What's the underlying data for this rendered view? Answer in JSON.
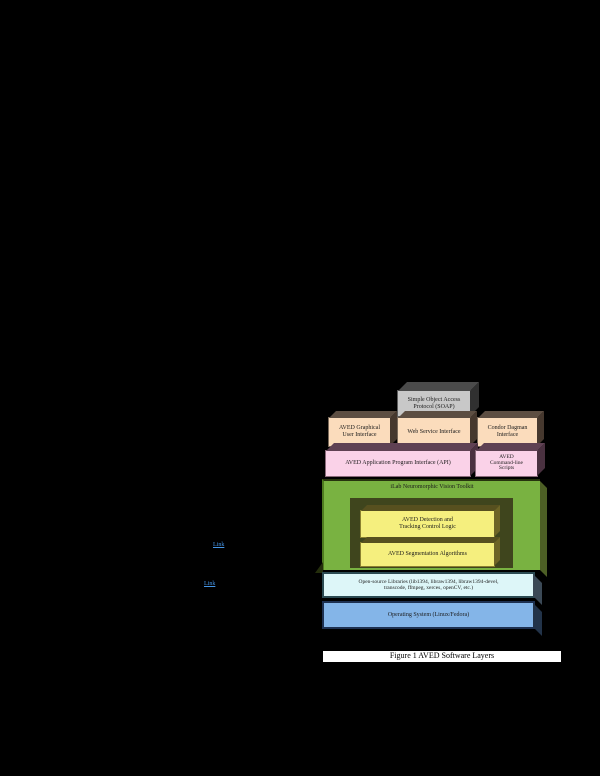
{
  "page": {
    "background_color": "#000000"
  },
  "hyperlinks": [
    {
      "text": "Link"
    },
    {
      "text": "Link"
    }
  ],
  "diagram": {
    "caption": "Figure 1 AVED Software Layers",
    "colors": {
      "soap_gray": "#c8c8c8",
      "interface_peach": "#fbdcbc",
      "api_pink": "#fad2e8",
      "toolkit_green": "#79b241",
      "logic_yellow": "#f5ef7e",
      "libraries_cyan": "#ddf6f8",
      "os_blue": "#84b5e8",
      "caption_bg": "#ffffff"
    },
    "boxes": {
      "soap": "Simple Object Access\nProtocol (SOAP)",
      "gui": "AVED Graphical\nUser Interface",
      "web_service": "Web Service Interface",
      "condor": "Condor Dagman\nInterface",
      "api": "AVED Application Program Interface (API)",
      "scripts": "AVED\nCommand-line\nScripts",
      "toolkit": "iLab Neuromorphic Vision Toolkit",
      "detection": "AVED Detection and\nTracking Control Logic",
      "segmentation": "AVED Segmentation Algorithms",
      "libraries": "Open-source Libraries (lib1394, libraw1394, libraw1394-devel,\ntranscode, ffmpeg, xerces, openCV, etc.)",
      "os": "Operating System (Linux/Fedora)"
    }
  }
}
